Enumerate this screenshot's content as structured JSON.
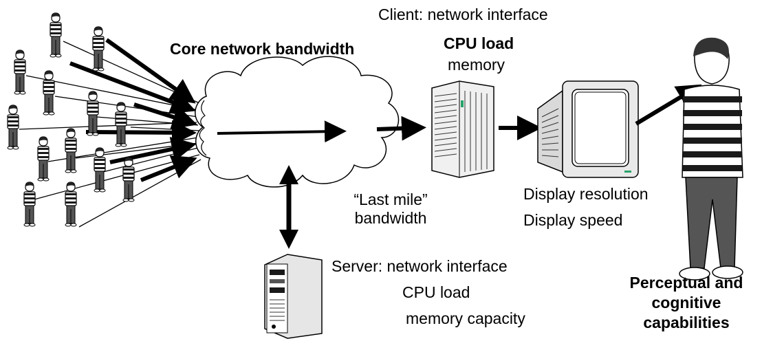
{
  "labels": {
    "core_network": "Core network bandwidth",
    "client_interface": "Client: network interface",
    "client_cpu": "CPU load",
    "client_memory": "memory",
    "last_mile_line1": "“Last mile”",
    "last_mile_line2": "bandwidth",
    "display_resolution": "Display resolution",
    "display_speed": "Display speed",
    "server_interface": "Server: network interface",
    "server_cpu": "CPU load",
    "server_memory": "memory capacity",
    "perceptual_line1": "Perceptual and",
    "perceptual_line2": "cognitive",
    "perceptual_line3": "capabilities"
  },
  "icons": {
    "small_users": "person-icon",
    "cloud": "cloud-icon",
    "client": "server-tower-icon",
    "monitor": "monitor-icon",
    "server": "server-rack-icon",
    "viewer": "person-icon"
  },
  "colors": {
    "ink": "#000000",
    "stripe_dark": "#1a1a1a",
    "stripe_light": "#ffffff",
    "pants": "#555555",
    "server_face": "#e6e6e6",
    "monitor_body": "#d9d9d9",
    "led": "#2aa36a"
  }
}
